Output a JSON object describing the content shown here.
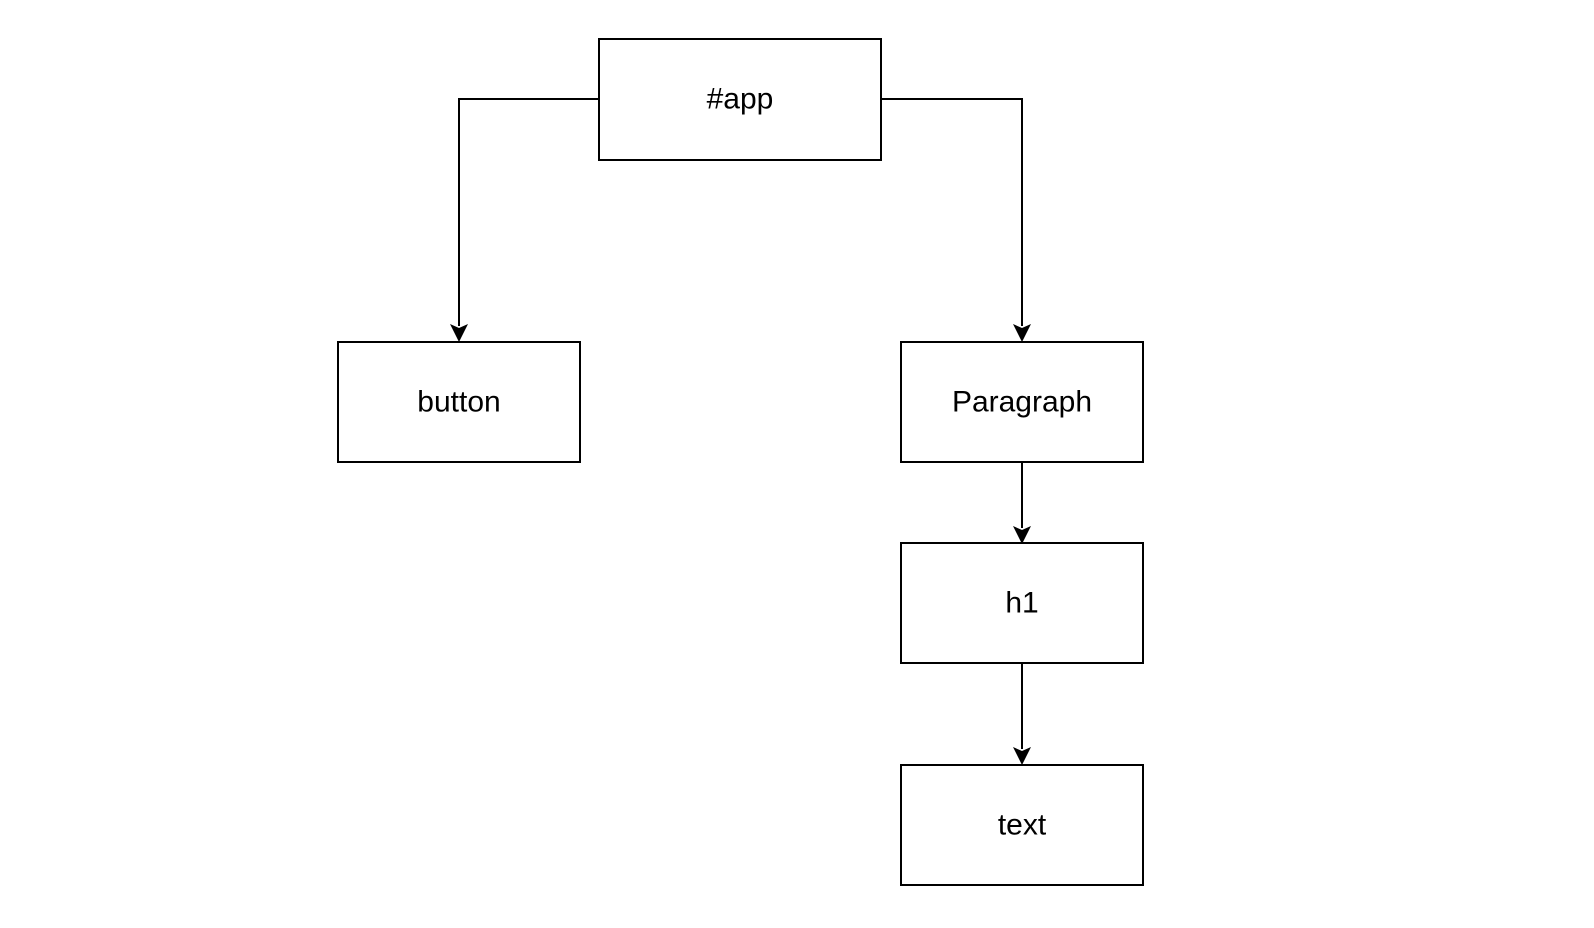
{
  "diagram": {
    "type": "tree",
    "nodes": [
      {
        "id": "app",
        "label": "#app"
      },
      {
        "id": "button",
        "label": "button"
      },
      {
        "id": "paragraph",
        "label": "Paragraph"
      },
      {
        "id": "h1",
        "label": "h1"
      },
      {
        "id": "text",
        "label": "text"
      }
    ],
    "edges": [
      {
        "from": "app",
        "to": "button"
      },
      {
        "from": "app",
        "to": "paragraph"
      },
      {
        "from": "paragraph",
        "to": "h1"
      },
      {
        "from": "h1",
        "to": "text"
      }
    ],
    "colors": {
      "stroke": "#000000",
      "fill": "#ffffff",
      "text": "#000000"
    }
  }
}
